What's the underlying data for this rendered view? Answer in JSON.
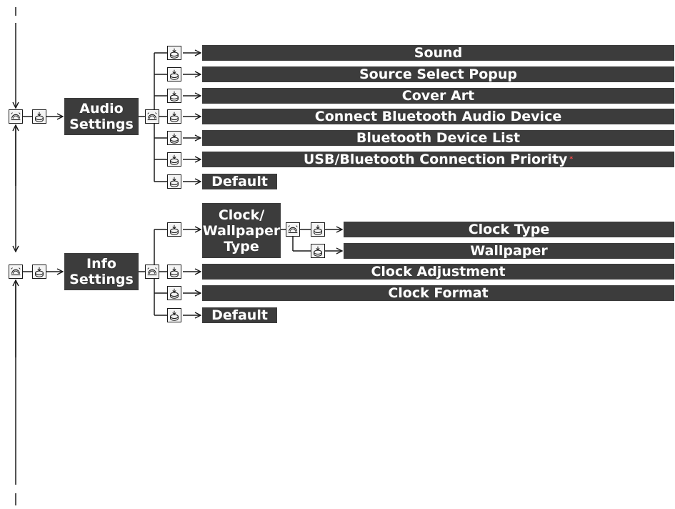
{
  "audio_settings": {
    "line1": "Audio",
    "line2": "Settings",
    "items": [
      "Sound",
      "Source Select Popup",
      "Cover Art",
      "Connect Bluetooth Audio Device",
      "Bluetooth Device List",
      "USB/Bluetooth Connection Priority",
      "Default"
    ],
    "required_mark": "*"
  },
  "info_settings": {
    "line1": "Info",
    "line2": "Settings",
    "clock_wallpaper_type": {
      "line1": "Clock/",
      "line2": "Wallpaper",
      "line3": "Type"
    },
    "clock_wallpaper_items": [
      "Clock Type",
      "Wallpaper"
    ],
    "items": [
      "Clock Adjustment",
      "Clock Format",
      "Default"
    ]
  },
  "icons": {
    "rotate": "rotate-interface-dial-icon",
    "press": "press-interface-dial-icon"
  },
  "colors": {
    "label_background": "#3c3c3c",
    "label_text": "#ffffff",
    "line": "#1a1a1a",
    "required_mark": "#ff4a4a"
  }
}
